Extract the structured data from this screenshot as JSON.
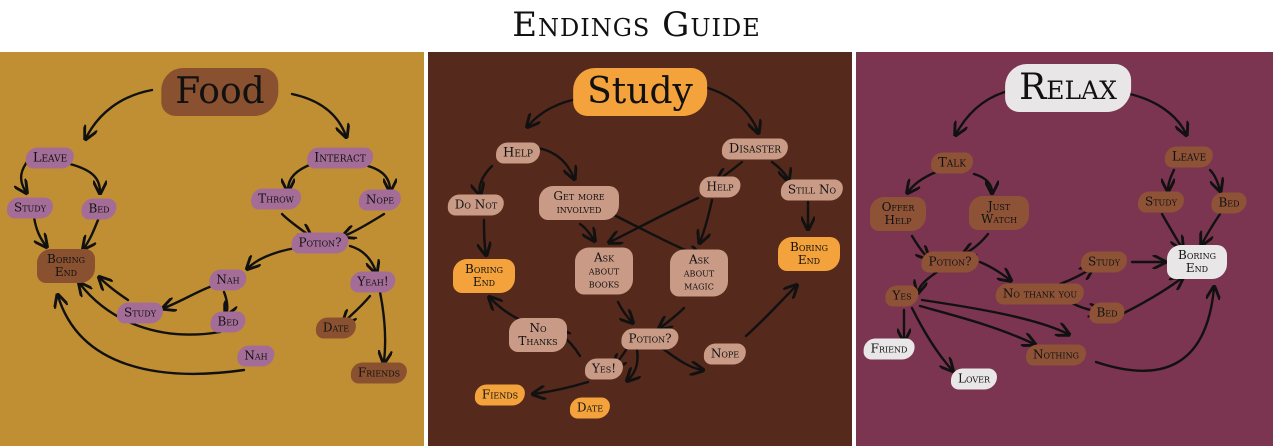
{
  "title": "Endings Guide",
  "colors": {
    "food_bg": "#c08f33",
    "study_bg": "#55291b",
    "relax_bg": "#7c3551",
    "food_node": "#a36d97",
    "food_title": "#8a5130",
    "boring_node": "#8a5130",
    "study_node": "#c99a85",
    "study_end": "#f4a23b",
    "relax_node": "#8e5236",
    "relax_end": "#e8e6e6",
    "arrow": "#111111"
  },
  "panels": {
    "food": {
      "title": "Food",
      "nodes": {
        "leave": "Leave",
        "study": "Study",
        "bed": "Bed",
        "boring_end": "Boring End",
        "interact": "Interact",
        "throw": "Throw",
        "nope": "Nope",
        "potion": "Potion?",
        "nah": "Nah",
        "yeah": "Yeah!",
        "study2": "Study",
        "bed2": "Bed",
        "date": "Date",
        "nah2": "Nah",
        "friends": "Friends"
      }
    },
    "study": {
      "title": "Study",
      "nodes": {
        "help": "Help",
        "disaster": "Disaster",
        "do_not": "Do Not",
        "get_more": "Get more involved",
        "help2": "Help",
        "still_no": "Still No",
        "boring_end": "Boring End",
        "boring_end2": "Boring End",
        "ask_books": "Ask about books",
        "ask_magic": "Ask about magic",
        "no_thanks": "No Thanks",
        "potion": "Potion?",
        "nope": "Nope",
        "yes": "Yes!",
        "fiends": "Fiends",
        "date": "Date"
      }
    },
    "relax": {
      "title": "Relax",
      "nodes": {
        "talk": "Talk",
        "leave": "Leave",
        "offer_help": "Offer Help",
        "just_watch": "Just Watch",
        "study": "Study",
        "bed": "Bed",
        "boring_end": "Boring End",
        "potion": "Potion?",
        "yes": "Yes",
        "no_thank_you": "No thank you",
        "study2": "Study",
        "bed2": "Bed",
        "friend": "Friend",
        "nothing": "Nothing",
        "lover": "Lover"
      }
    }
  }
}
